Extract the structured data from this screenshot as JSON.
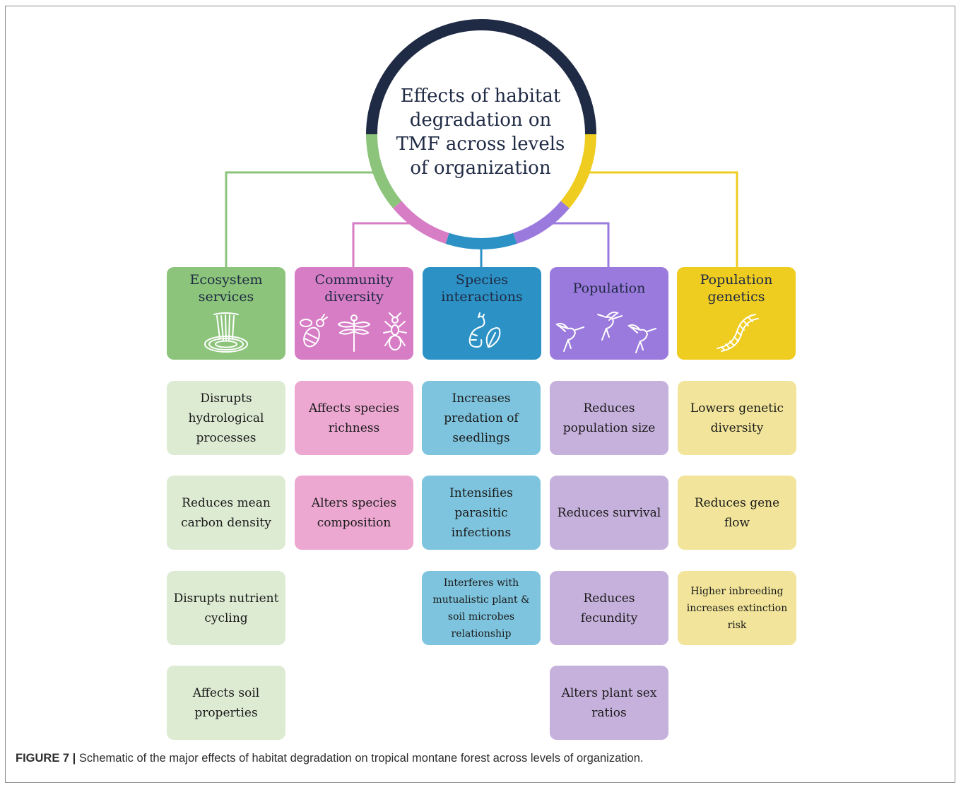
{
  "title": "Effects of habitat degradation on TMF across levels of organization",
  "colors": {
    "dark_ring": "#1f2a44",
    "ecosystem": "#8bc47a",
    "community": "#d77dc6",
    "species": "#2c92c5",
    "population": "#9b7add",
    "genetics": "#efcc20"
  },
  "columns": [
    {
      "header": "Ecosystem\nservices",
      "icon": "waterfall-icon",
      "effects": [
        "Disrupts hydrological processes",
        "Reduces mean carbon density",
        "Disrupts nutrient cycling",
        "Affects soil properties"
      ]
    },
    {
      "header": "Community\ndiversity",
      "icon": "bee-dragonfly-ant-icon",
      "effects": [
        "Affects species richness",
        "Alters species composition"
      ]
    },
    {
      "header": "Species\ninteractions",
      "icon": "caterpillar-leaf-icon",
      "effects": [
        "Increases predation of seedlings",
        "Intensifies parasitic infections",
        "Interferes with mutualistic plant & soil microbes relationship"
      ]
    },
    {
      "header": "Population",
      "icon": "hummingbirds-icon",
      "effects": [
        "Reduces population size",
        "Reduces survival",
        "Reduces fecundity",
        "Alters plant sex ratios"
      ]
    },
    {
      "header": "Population\ngenetics",
      "icon": "dna-icon",
      "effects": [
        "Lowers genetic diversity",
        "Reduces gene flow",
        "Higher inbreeding increases extinction risk"
      ]
    }
  ],
  "caption": {
    "label": "FIGURE 7 |",
    "text": "Schematic of the major effects of habitat degradation on tropical montane forest across levels of organization."
  }
}
